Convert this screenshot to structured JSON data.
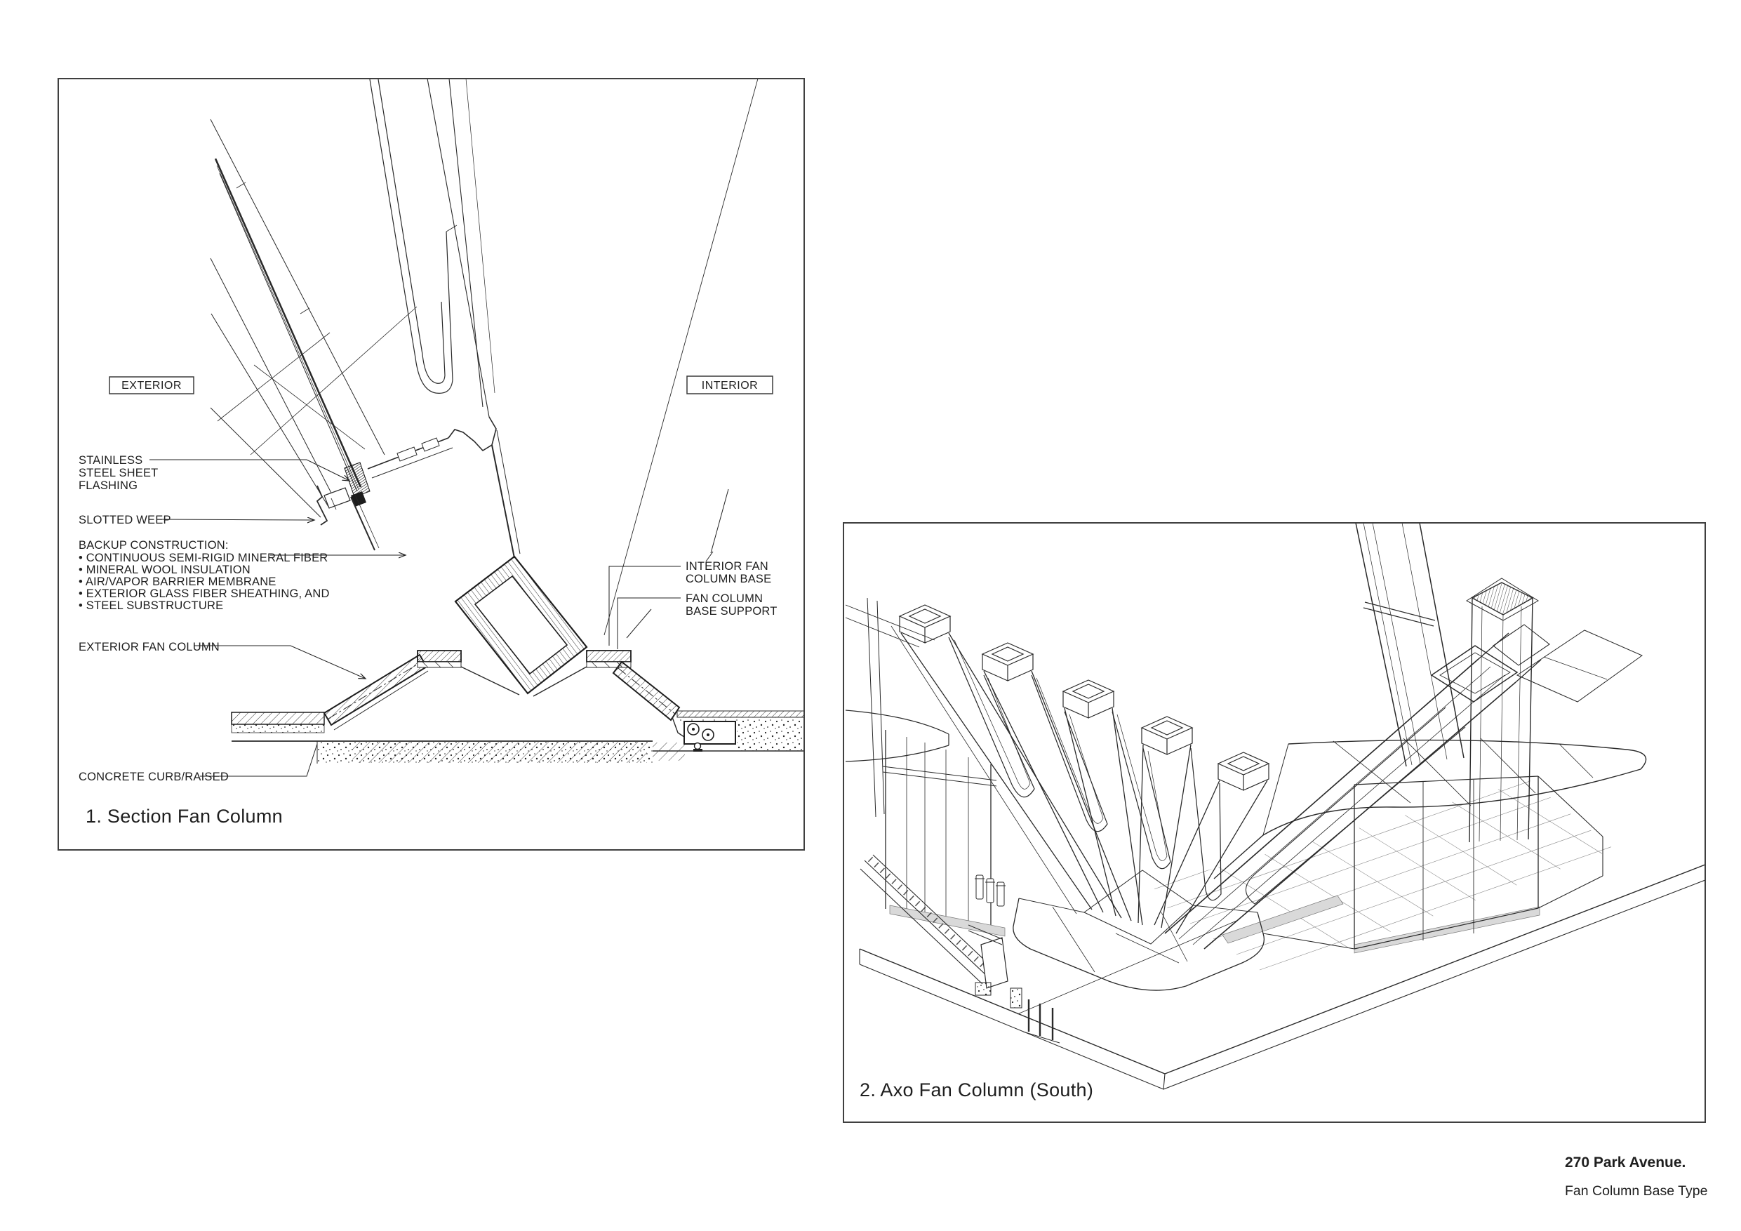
{
  "sheet": {
    "background": "#ffffff",
    "line_color": "#2a2a2a",
    "glass_shade_color": "#d9d9d9"
  },
  "footer": {
    "project_title": "270 Park Avenue.",
    "sheet_subtitle": "Fan Column Base Type"
  },
  "section_panel": {
    "caption": "1.  Section Fan Column",
    "exterior_tag": "EXTERIOR",
    "interior_tag": "INTERIOR",
    "labels": {
      "flashing_line1": "STAINLESS",
      "flashing_line2": "STEEL SHEET",
      "flashing_line3": "FLASHING",
      "slotted_weep": "SLOTTED WEEP",
      "backup_title": "BACKUP CONSTRUCTION:",
      "backup_items": [
        "• CONTINUOUS SEMI-RIGID MINERAL FIBER",
        "• MINERAL WOOL INSULATION",
        "• AIR/VAPOR BARRIER MEMBRANE",
        "• EXTERIOR GLASS FIBER SHEATHING, AND",
        "• STEEL SUBSTRUCTURE"
      ],
      "exterior_fan_column": "EXTERIOR FAN COLUMN",
      "concrete_curb": "CONCRETE CURB/RAISED",
      "interior_base_line1": "INTERIOR FAN",
      "interior_base_line2": "COLUMN BASE",
      "base_support_line1": "FAN COLUMN",
      "base_support_line2": "BASE SUPPORT"
    }
  },
  "axo_panel": {
    "caption": "2. Axo Fan Column (South)"
  }
}
